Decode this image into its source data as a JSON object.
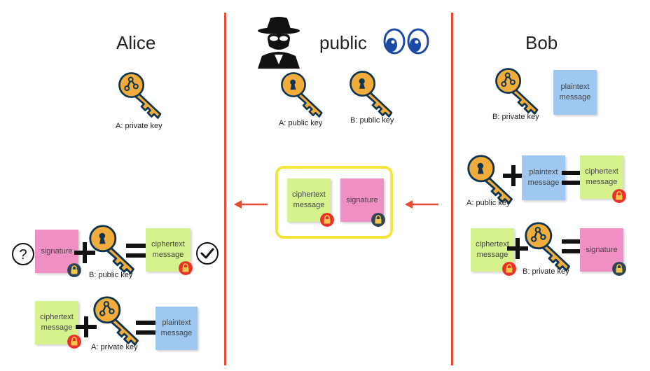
{
  "titles": {
    "alice": "Alice",
    "public": "public",
    "bob": "Bob"
  },
  "colors": {
    "divider": "#e74b33",
    "arrow": "#e74b33",
    "highlight": "#f4e63a",
    "note_green": "#d6f28c",
    "note_pink": "#ef8fc3",
    "note_blue": "#9ec8f1",
    "key_fill": "#f1ac3b",
    "key_outline": "#0f3550",
    "lock_red": "#e8322b",
    "lock_dark": "#2f4556"
  },
  "alice": {
    "key_caption": "A: private key",
    "verify": {
      "question": "?",
      "signature": "signature",
      "key_caption": "B: public key",
      "ciphertext": "ciphertext\nmessage"
    },
    "decrypt": {
      "ciphertext": "ciphertext\nmessage",
      "key_caption": "A: private key",
      "plaintext": "plaintext\nmessage"
    }
  },
  "public_area": {
    "key_a_caption": "A: public key",
    "key_b_caption": "B: public key",
    "bundle": {
      "ciphertext": "ciphertext\nmessage",
      "signature": "signature"
    }
  },
  "bob": {
    "key_caption": "B: private key",
    "plaintext": "plaintext\nmessage",
    "encrypt": {
      "key_caption": "A: public key",
      "plaintext": "plaintext\nmessage",
      "ciphertext": "ciphertext\nmessage"
    },
    "sign": {
      "ciphertext": "ciphertext\nmessage",
      "key_caption": "B: private key",
      "signature": "signature"
    }
  },
  "icons": [
    "spy-icon",
    "eyes-icon",
    "key-icon",
    "lock-icon",
    "plus-icon",
    "equals-icon",
    "question-icon",
    "checkmark-icon",
    "arrow-left-icon"
  ]
}
